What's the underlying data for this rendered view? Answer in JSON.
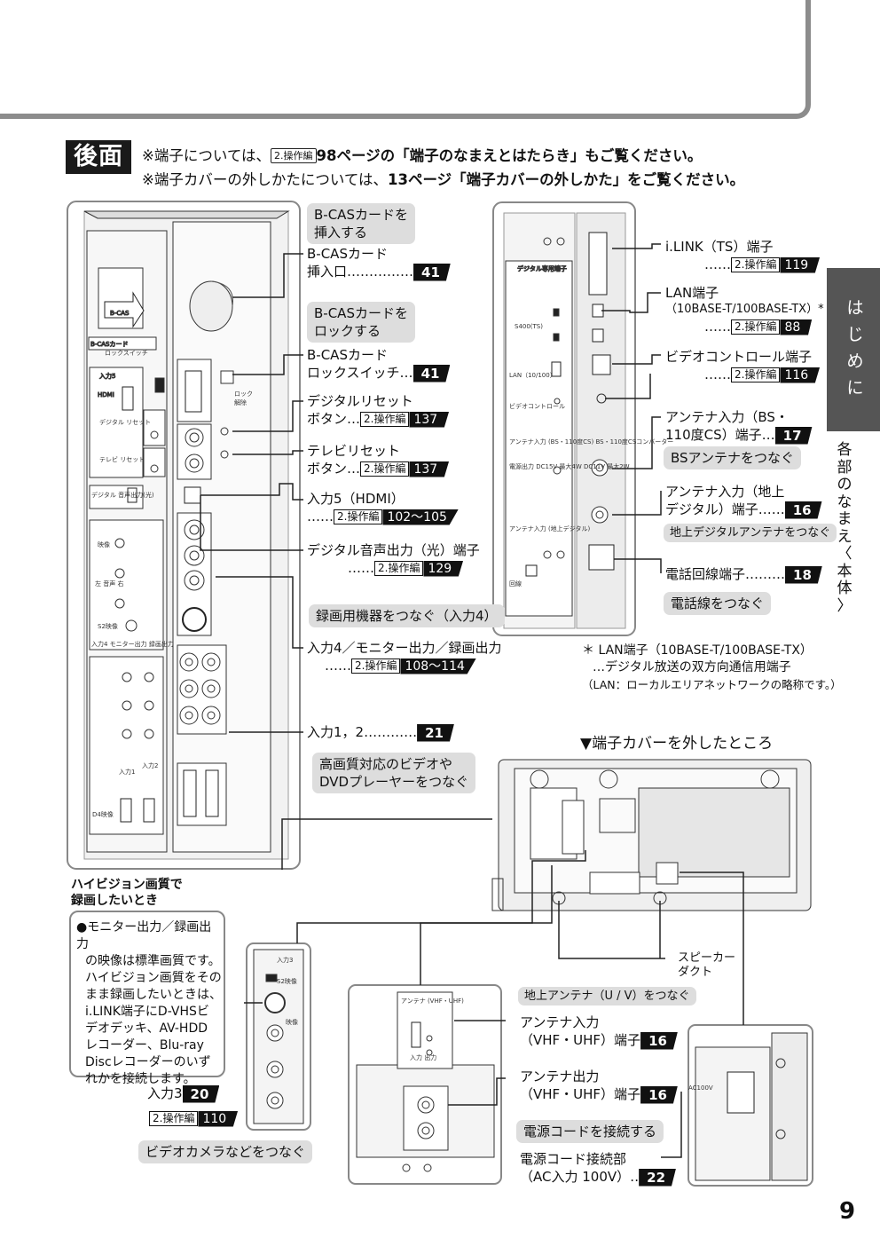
{
  "section_title": "後面",
  "notes": {
    "line1_pre": "※端子については、",
    "line1_ref": "2.操作編",
    "line1_page": "98",
    "line1_post": "ページの「端子のなまえとはたらき」もご覧ください。",
    "line2_pre": "※端子カバーの外しかたについては、",
    "line2_page": "13",
    "line2_post": "ページ「端子カバーの外しかた」をご覧ください。"
  },
  "labels": {
    "bcas_insert_tag": [
      "B-CASカードを",
      "挿入する"
    ],
    "bcas_slot": [
      "B-CASカード",
      "挿入口……………"
    ],
    "bcas_slot_page": "41",
    "bcas_lock_tag": [
      "B-CASカードを",
      "ロックする"
    ],
    "bcas_lock": [
      "B-CASカード",
      "ロックスイッチ…"
    ],
    "bcas_lock_page": "41",
    "digital_reset": [
      "デジタルリセット",
      "ボタン…"
    ],
    "digital_reset_ref": "2.操作編",
    "digital_reset_page": "137",
    "tv_reset": [
      "テレビリセット",
      "ボタン…"
    ],
    "tv_reset_ref": "2.操作編",
    "tv_reset_page": "137",
    "input5": "入力5（HDMI）",
    "input5_dots": "……",
    "input5_ref": "2.操作編",
    "input5_page": "102〜105",
    "optical": "デジタル音声出力（光）端子",
    "optical_dots": "……",
    "optical_ref": "2.操作編",
    "optical_page": "129",
    "rec_tag": "録画用機器をつなぐ（入力4）",
    "input4": "入力4／モニター出力／録画出力",
    "input4_dots": "……",
    "input4_ref": "2.操作編",
    "input4_page": "108〜114",
    "input12": "入力1，2…………",
    "input12_page": "21",
    "hq_tag": [
      "高画質対応のビデオや",
      "DVDプレーヤーをつなぐ"
    ],
    "ilink": "i.LINK（TS）端子",
    "ilink_dots": "……",
    "ilink_ref": "2.操作編",
    "ilink_page": "119",
    "lan": "LAN端子",
    "lan_sub": "（10BASE-T/100BASE-TX）*",
    "lan_dots": "……",
    "lan_ref": "2.操作編",
    "lan_page": "88",
    "video_control": "ビデオコントロール端子",
    "video_control_dots": "……",
    "video_control_ref": "2.操作編",
    "video_control_page": "116",
    "antenna_bs": [
      "アンテナ入力（BS・",
      "110度CS）端子…"
    ],
    "antenna_bs_page": "17",
    "bs_tag": "BSアンテナをつなぐ",
    "antenna_terr": [
      "アンテナ入力（地上",
      "デジタル）端子……"
    ],
    "antenna_terr_page": "16",
    "terr_tag": "地上デジタルアンテナをつなぐ",
    "phone": "電話回線端子………",
    "phone_page": "18",
    "phone_tag": "電話線をつなぐ",
    "asterisk_note": [
      "＊ LAN端子（10BASE-T/100BASE-TX）",
      "…デジタル放送の双方向通信用端子",
      "（LAN：ローカルエリアネットワークの略称です。）"
    ],
    "cover_removed": "▼端子カバーを外したところ",
    "hivision_title": [
      "ハイビジョン画質で",
      "録画したいとき"
    ],
    "hivision_body": [
      "●モニター出力／録画出力",
      "の映像は標準画質です。",
      "ハイビジョン画質をその",
      "まま録画したいときは、",
      "i.LINK端子にD-VHSビ",
      "デオデッキ、AV-HDD",
      "レコーダー、Blu-ray",
      "Discレコーダーのいず",
      "れかを接続します。"
    ],
    "input3": "入力3",
    "input3_page": "20",
    "input3_ref": "2.操作編",
    "input3_ref_page": "110",
    "camera_tag": "ビデオカメラなどをつなぐ",
    "speaker_duct": [
      "スピーカー",
      "ダクト"
    ],
    "uv_tag": "地上アンテナ（U / V）をつなぐ",
    "antenna_in_vu": [
      "アンテナ入力",
      "（VHF・UHF）端子"
    ],
    "antenna_in_vu_page": "16",
    "antenna_out_vu": [
      "アンテナ出力",
      "（VHF・UHF）端子"
    ],
    "antenna_out_vu_page": "16",
    "power_tag": "電源コードを接続する",
    "power": [
      "電源コード接続部",
      "（AC入力 100V）‥"
    ],
    "power_page": "22"
  },
  "device_text": {
    "bcas_card": "B-CAS",
    "bcas_holder": "B-CASカード",
    "lock_switch": "ロックスイッチ",
    "input5": "入力5",
    "hdmi": "HDMI",
    "digital_reset": "デジタル リセット",
    "tv_reset": "テレビ リセット",
    "lock": "ロック",
    "release": "解除",
    "optical_out": "デジタル 音声出力(光)",
    "video": "映像",
    "audio_lr": "左 音声 右",
    "s2_video": "S2映像",
    "monitor_out": "入力4 モニター出力 録画出力",
    "input1": "入力1",
    "input2": "入力2",
    "d4_video": "D4映像",
    "digital_only": "デジタル専用端子",
    "s400": "S400(TS)",
    "lan_1010": "LAN（10/100）",
    "video_control": "ビデオコントロール",
    "antenna_bs": "アンテナ入力 (BS・110度CS) BS・110度CSコンバーター",
    "power_out": "電源出力 DC15V 最大4W DC11V 最大2W",
    "antenna_terr": "アンテナ入力 (地上デジタル)",
    "phone": "回線",
    "input3": "入力3",
    "s2": "S2映像",
    "video3": "映像",
    "antenna_vhf": "アンテナ (VHF・UHF)",
    "in_out": "入力 出力",
    "ac100": "AC100V"
  },
  "page_number": "9",
  "side_tab": "はじめに",
  "side_text": "各部のなまえ〈本体〉"
}
